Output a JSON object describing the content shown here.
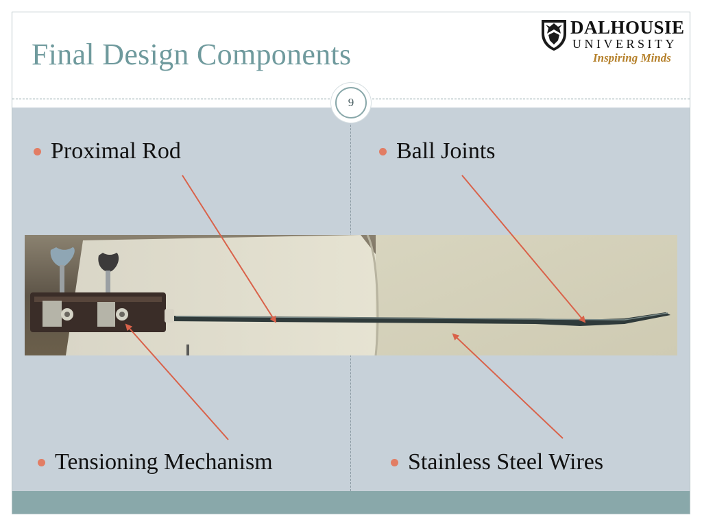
{
  "slide": {
    "title": "Final Design Components",
    "page_number": "9"
  },
  "logo": {
    "line1": "DALHOUSIE",
    "line2": "UNIVERSITY",
    "line3": "Inspiring Minds"
  },
  "bullets": {
    "proximal_rod": "Proximal Rod",
    "ball_joints": "Ball Joints",
    "tensioning_mechanism": "Tensioning Mechanism",
    "stainless_steel_wires": "Stainless Steel Wires"
  },
  "colors": {
    "title": "#6f9a9d",
    "accent_bar": "#89a8aa",
    "bullet": "#e27d64",
    "arrow": "#d9624a",
    "content_background": "#c7d1d9"
  }
}
